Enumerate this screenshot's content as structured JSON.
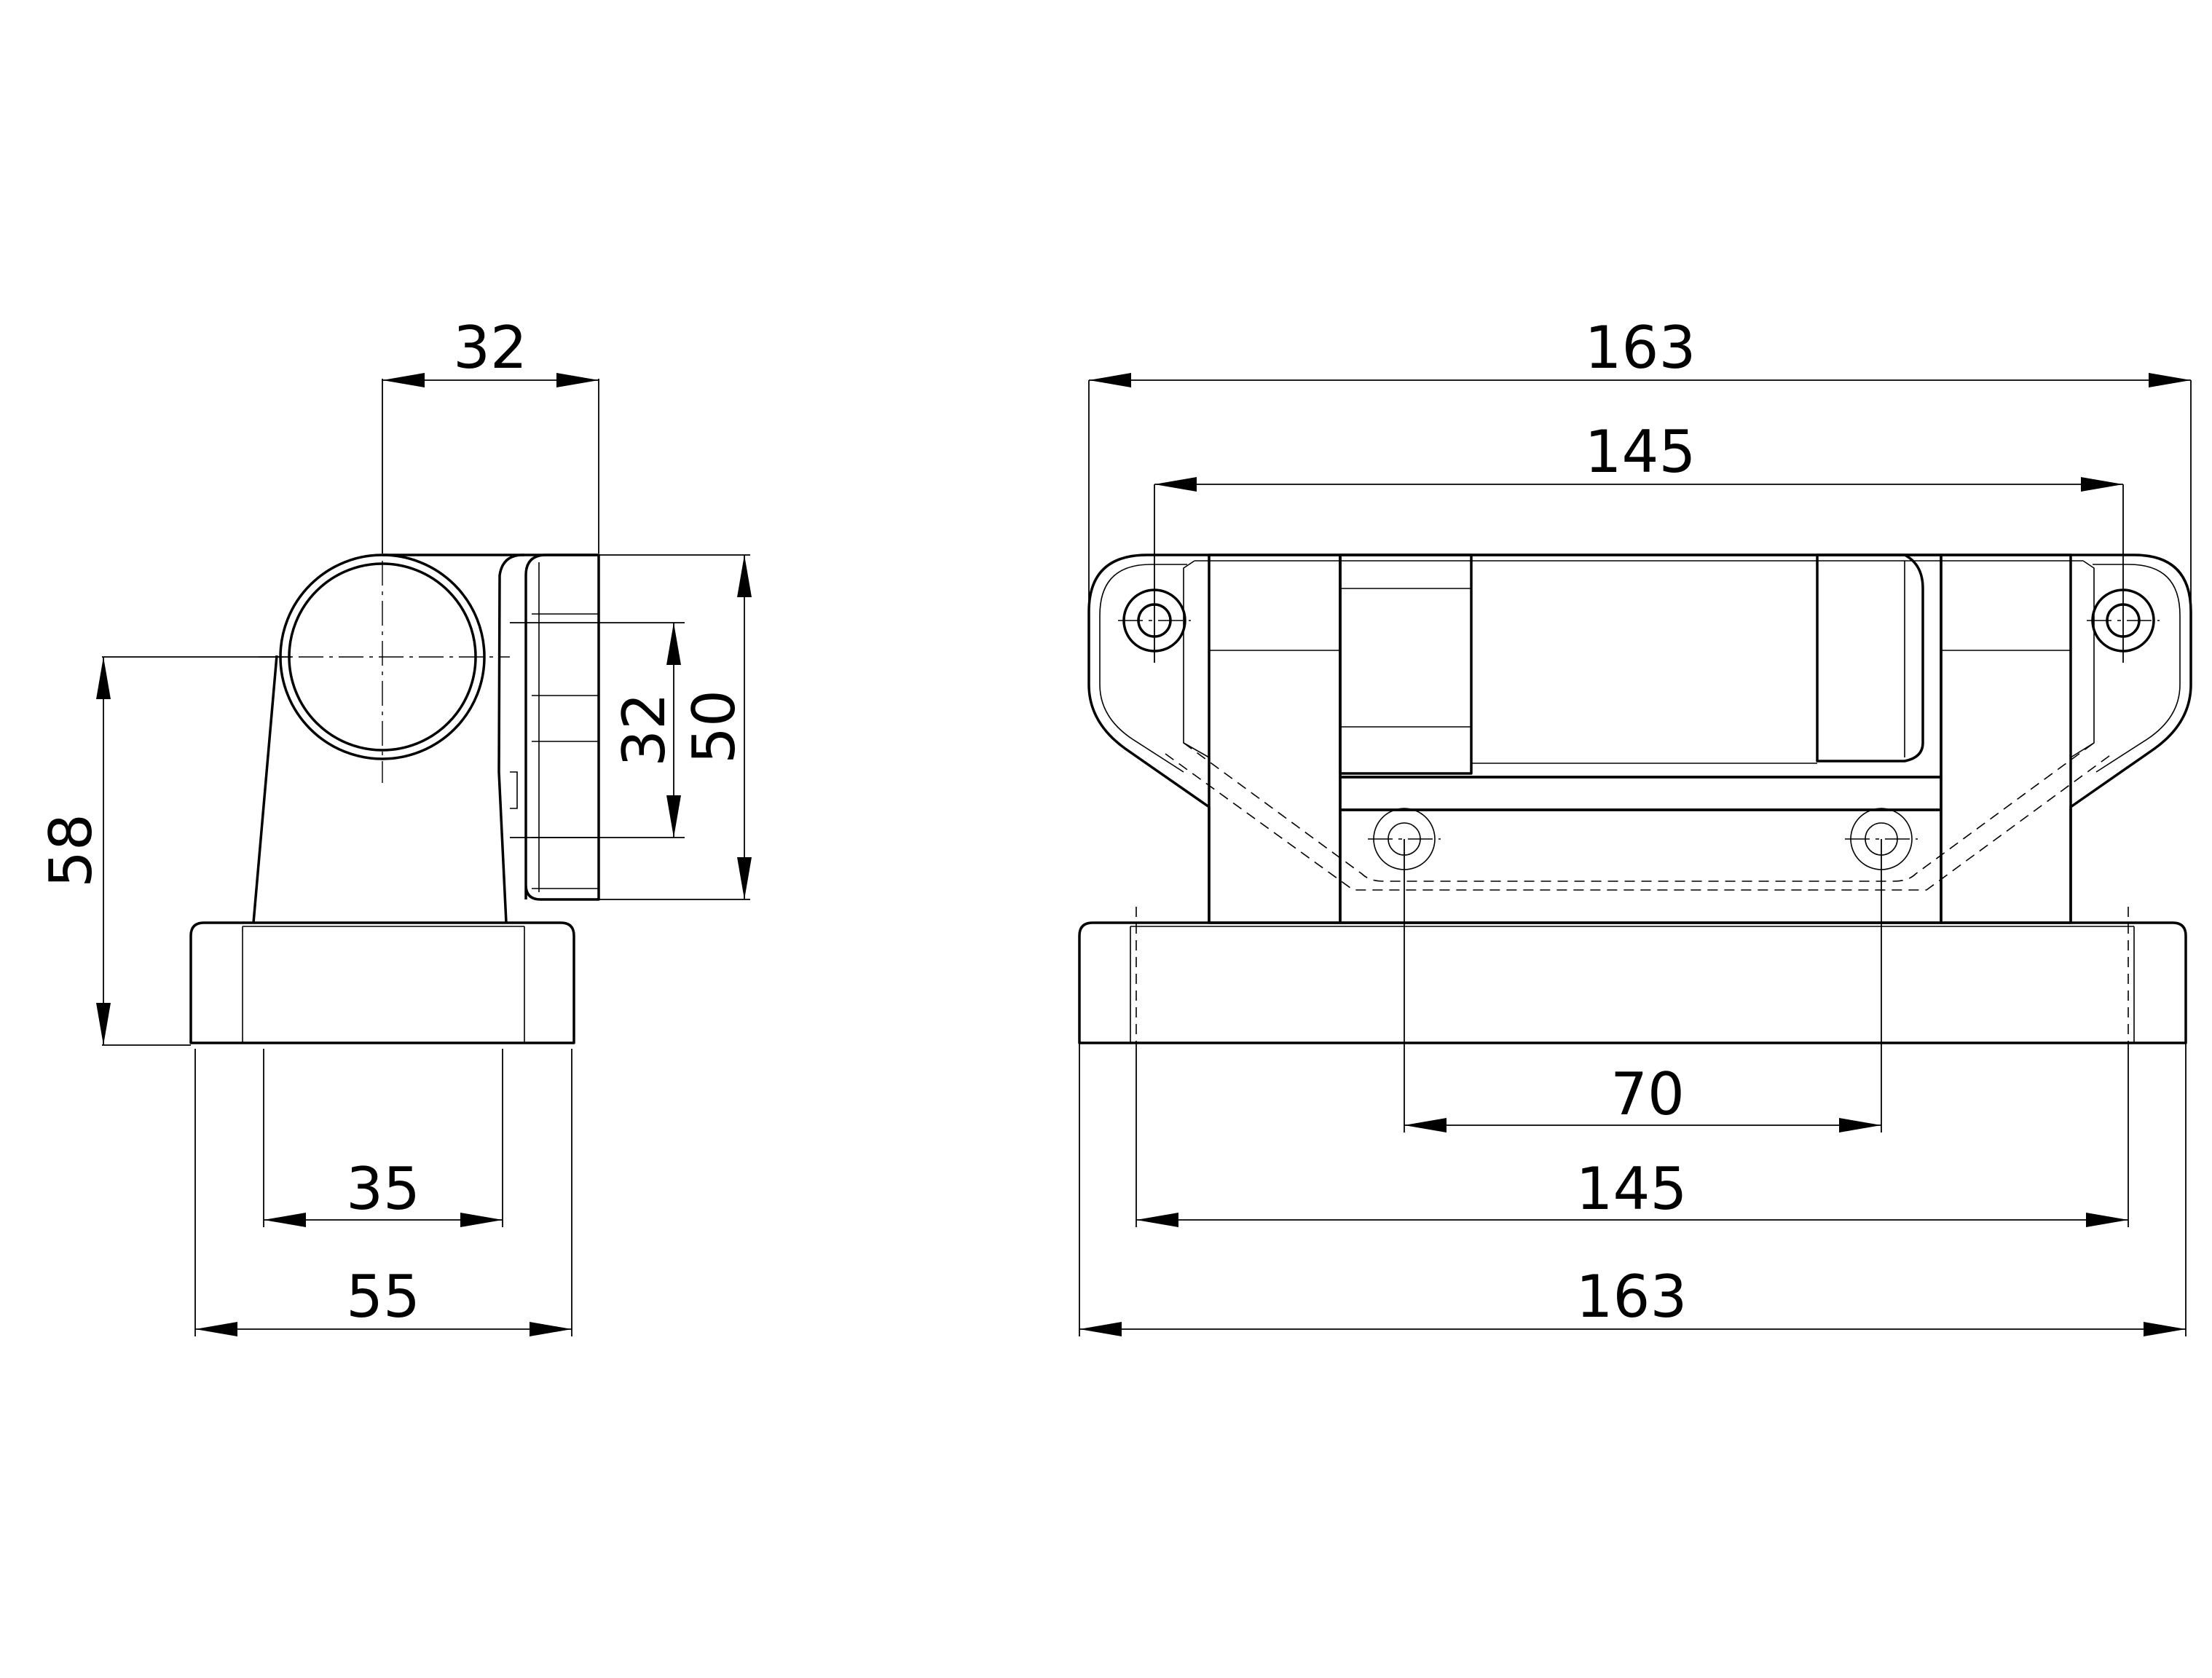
{
  "drawing": {
    "side_view": {
      "dims": {
        "top_width": "32",
        "flange_height": "32",
        "total_height": "50",
        "axis_height": "58",
        "hole_spacing": "35",
        "base_width": "55"
      }
    },
    "front_view": {
      "dims": {
        "overall_top": "163",
        "hole_top": "145",
        "inner_holes": "70",
        "hole_bottom": "145",
        "overall_bottom": "163"
      }
    }
  }
}
